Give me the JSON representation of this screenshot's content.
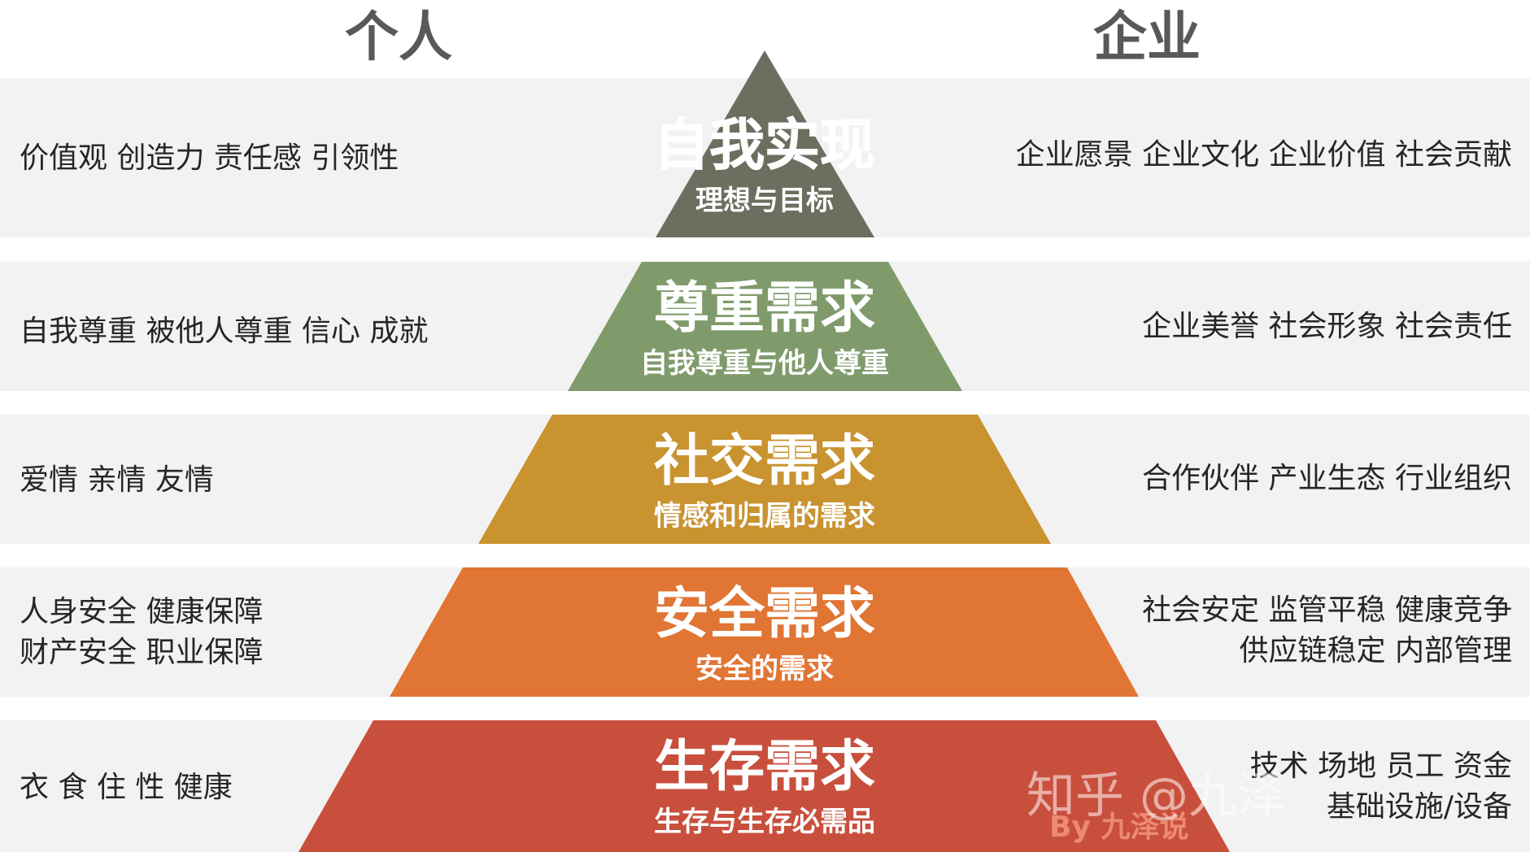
{
  "headers": {
    "left": "个人",
    "right": "企业"
  },
  "colors": {
    "band_background": "#f2f2f2",
    "header_text": "#595959",
    "tier_1": "#6b6f5f",
    "tier_2": "#7f9b6b",
    "tier_3": "#c99330",
    "tier_4": "#e07534",
    "tier_5": "#c94f3d"
  },
  "tiers": [
    {
      "title": "自我实现",
      "subtitle": "理想与目标",
      "individual": [
        "价值观  创造力  责任感  引领性"
      ],
      "enterprise": [
        "企业愿景  企业文化  企业价值  社会贡献"
      ]
    },
    {
      "title": "尊重需求",
      "subtitle": "自我尊重与他人尊重",
      "individual": [
        "自我尊重  被他人尊重  信心  成就"
      ],
      "enterprise": [
        "企业美誉  社会形象  社会责任"
      ]
    },
    {
      "title": "社交需求",
      "subtitle": "情感和归属的需求",
      "individual": [
        "爱情  亲情  友情"
      ],
      "enterprise": [
        "合作伙伴  产业生态  行业组织"
      ]
    },
    {
      "title": "安全需求",
      "subtitle": "安全的需求",
      "individual": [
        "人身安全 健康保障",
        "财产安全 职业保障"
      ],
      "enterprise": [
        "社会安定  监管平稳  健康竞争",
        "供应链稳定  内部管理"
      ]
    },
    {
      "title": "生存需求",
      "subtitle": "生存与生存必需品",
      "individual": [
        "衣  食  住  性  健康"
      ],
      "enterprise": [
        "技术  场地  员工  资金",
        "基础设施/设备"
      ]
    }
  ],
  "watermark": "知乎 @九泽",
  "byline": "By 九泽说"
}
